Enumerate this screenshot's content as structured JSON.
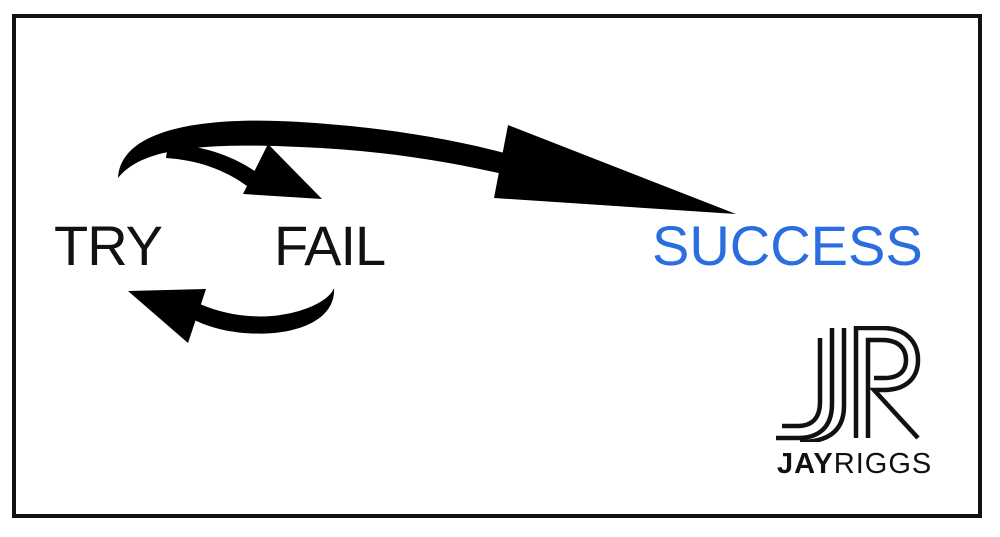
{
  "diagram": {
    "nodes": [
      {
        "id": "try",
        "label": "TRY"
      },
      {
        "id": "fail",
        "label": "FAIL"
      },
      {
        "id": "success",
        "label": "SUCCESS"
      }
    ],
    "edges": [
      {
        "from": "try",
        "to": "fail"
      },
      {
        "from": "fail",
        "to": "try"
      },
      {
        "from": "try",
        "to": "success"
      }
    ]
  },
  "brand": {
    "monogram": "JR",
    "name_part1": "JAY",
    "name_part2": "RIGGS"
  },
  "colors": {
    "text": "#111111",
    "success": "#2a6ee0",
    "arrow": "#000000",
    "border": "#111111",
    "background": "#ffffff"
  }
}
